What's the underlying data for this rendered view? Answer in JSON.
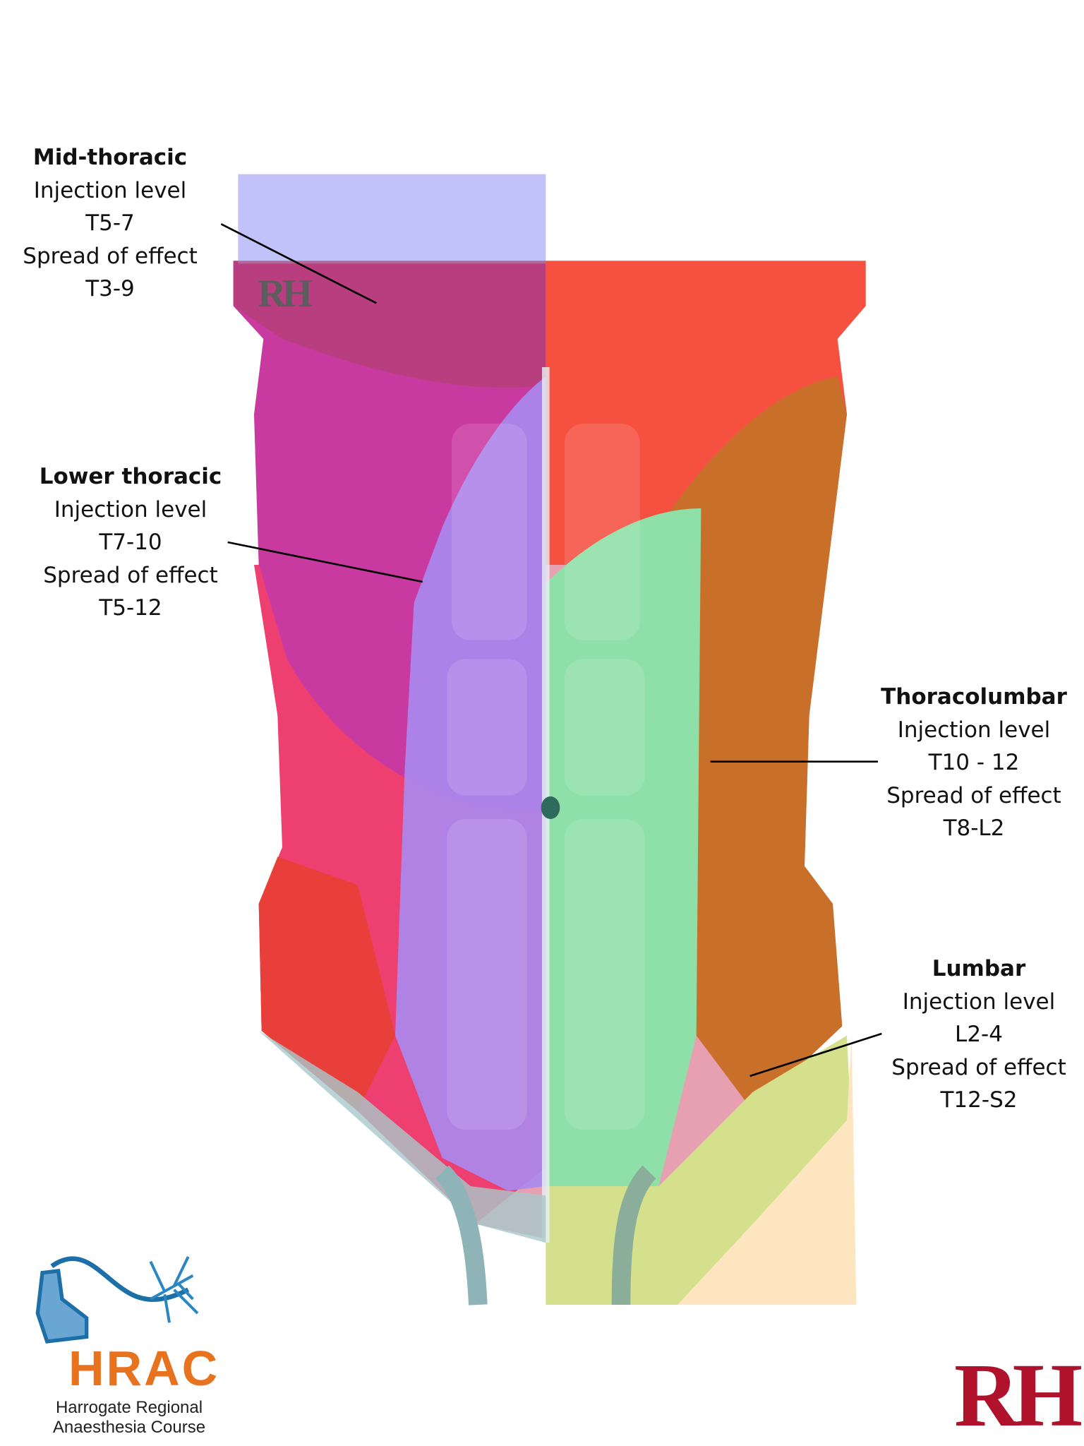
{
  "annotations": [
    {
      "title": "Mid-thoracic",
      "injection_label": "Injection level",
      "injection_level": "T5-7",
      "spread_label": "Spread of effect",
      "spread": "T3-9",
      "color": "#c2c2fb"
    },
    {
      "title": "Lower thoracic",
      "injection_label": "Injection level",
      "injection_level": "T7-10",
      "spread_label": "Spread of effect",
      "spread": "T5-12",
      "color": "#a98af0"
    },
    {
      "title": "Thoracolumbar",
      "injection_label": "Injection level",
      "injection_level": "T10 - 12",
      "spread_label": "Spread of effect",
      "spread": "T8-L2",
      "color": "#8fe0a8"
    },
    {
      "title": "Lumbar",
      "injection_label": "Injection level",
      "injection_level": "L2-4",
      "spread_label": "Spread of effect",
      "spread": "T12-S2",
      "color": "#fde5c0"
    }
  ],
  "logos": {
    "hrac_word": "HRAC",
    "hrac_line1": "Harrogate Regional",
    "hrac_line2": "Anaesthesia Course",
    "rh": "RH",
    "rh_watermark": "RH"
  }
}
